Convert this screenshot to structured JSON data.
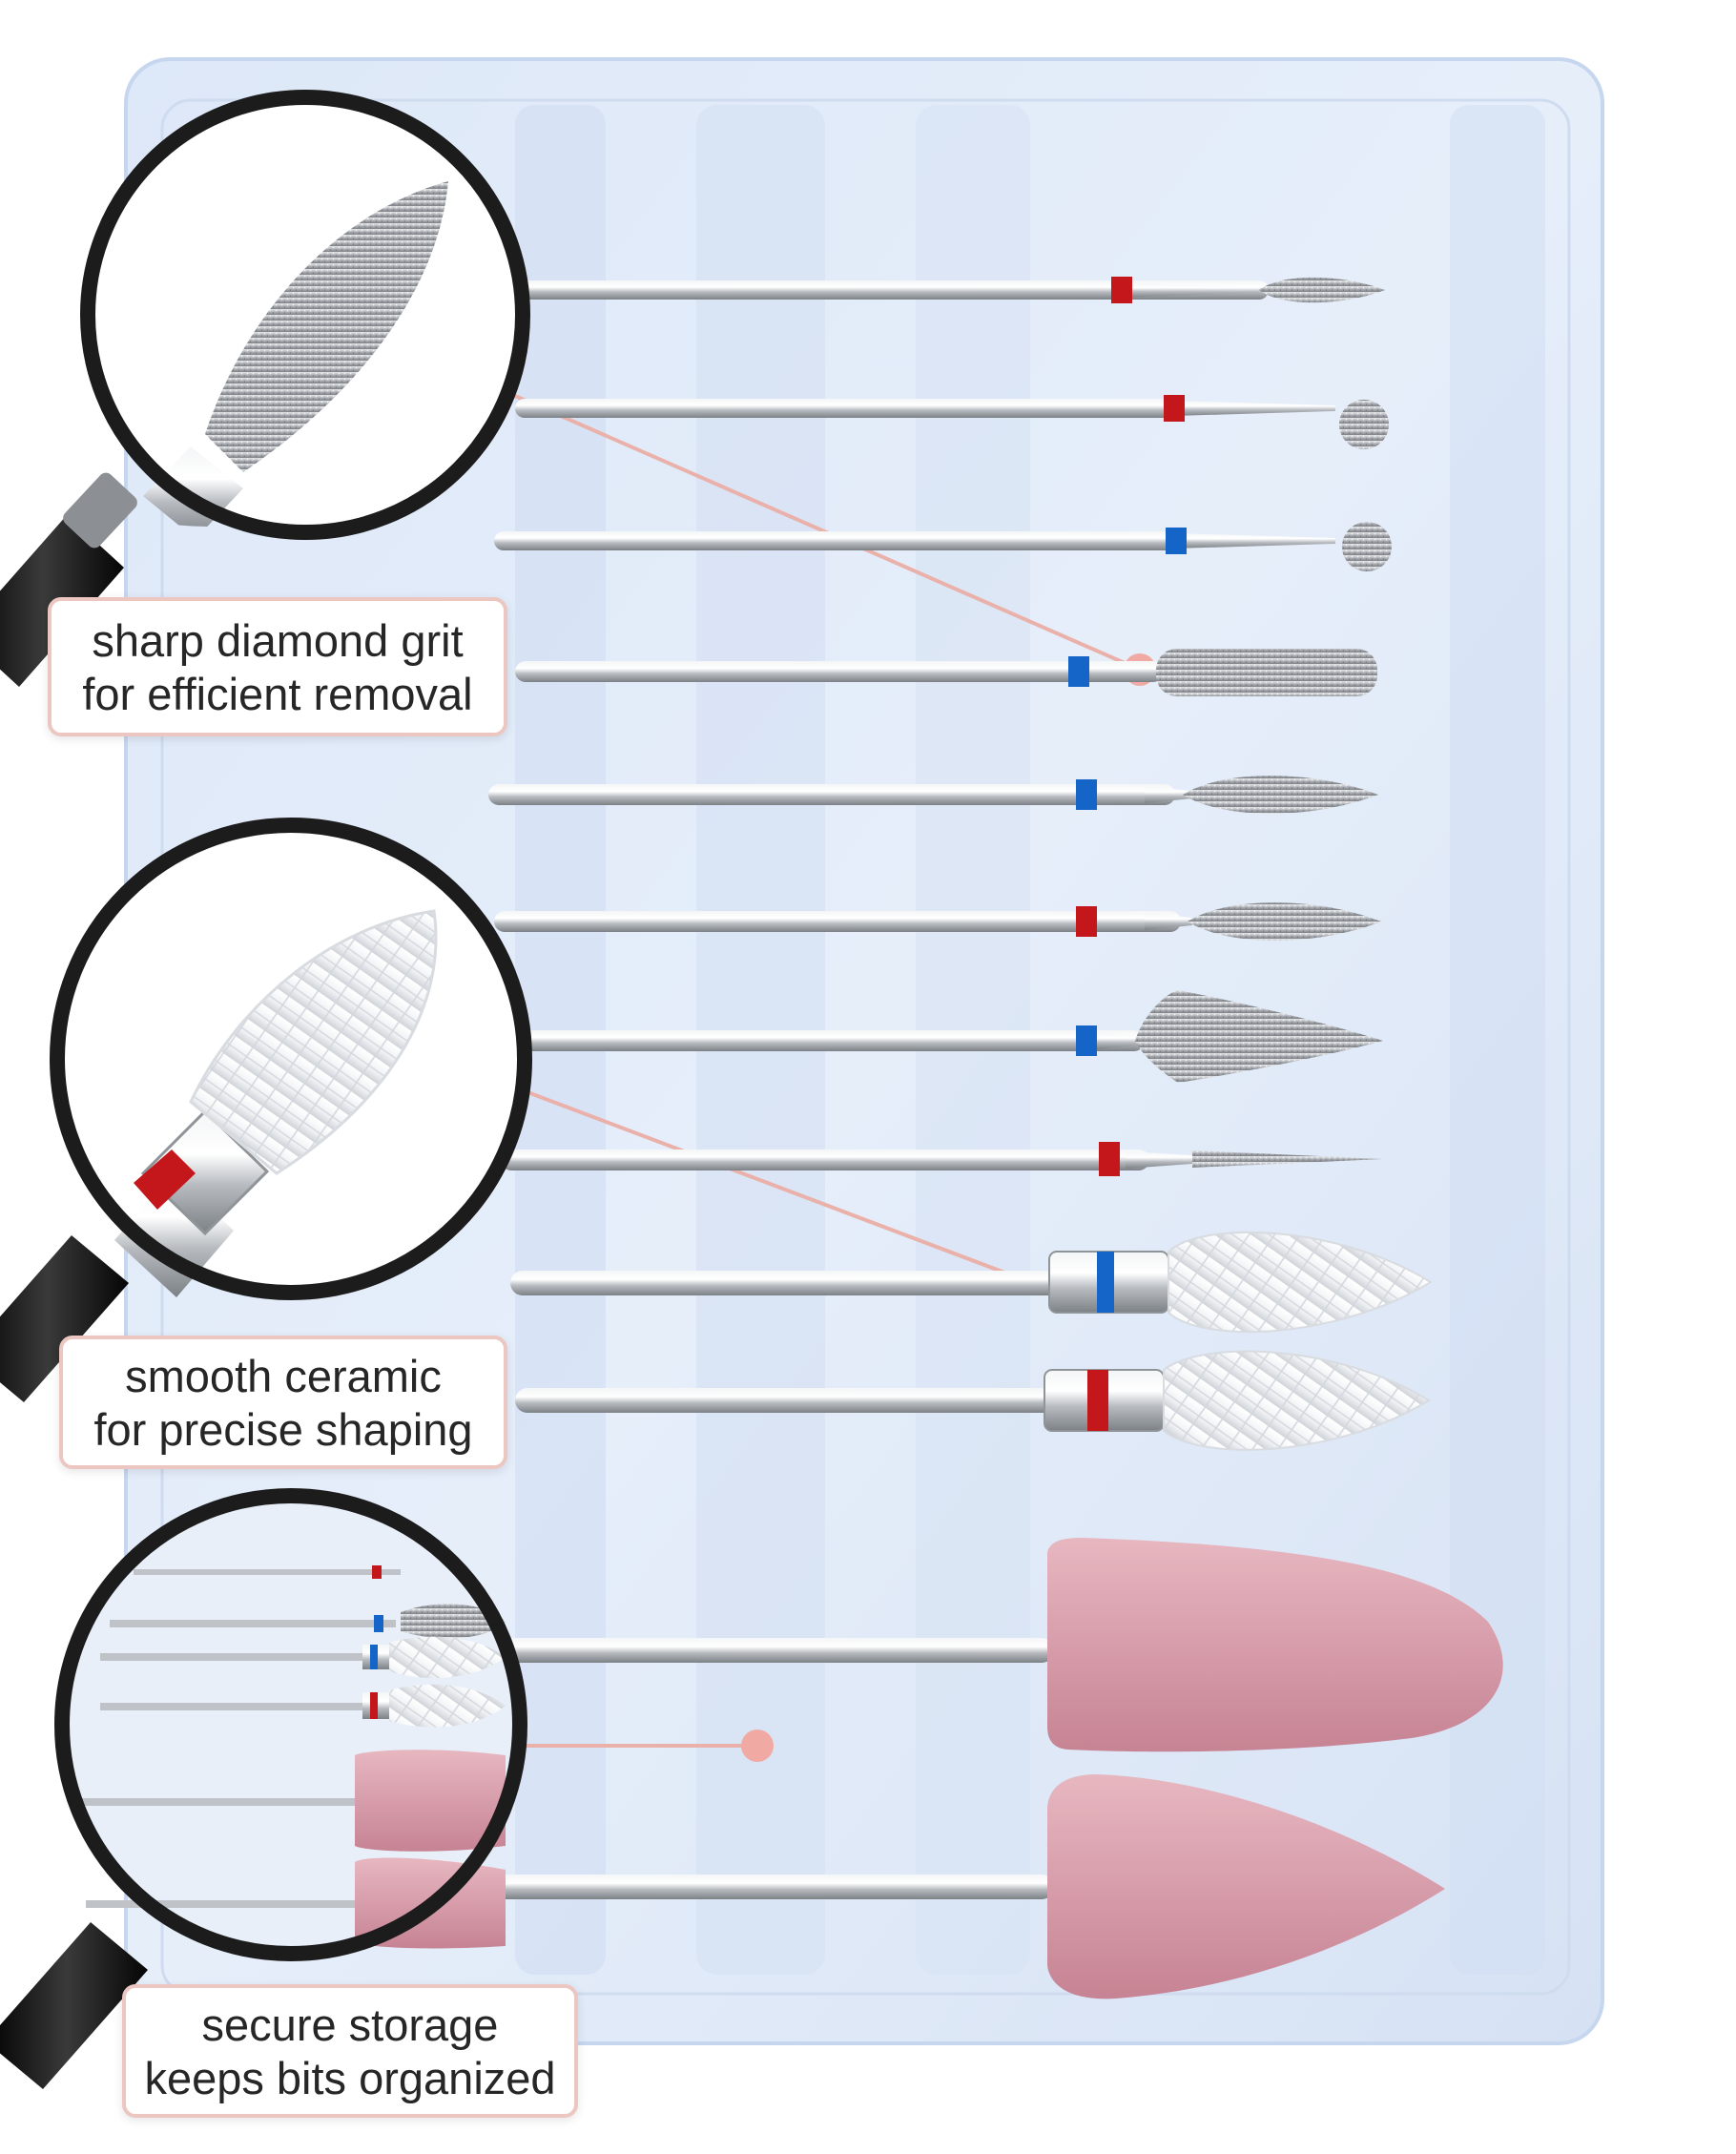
{
  "colors": {
    "case_fill": "#dfe9f8",
    "case_edge": "#c9d8ee",
    "shank": "#c8cbcf",
    "diamond_grit": "#b9bcc0",
    "ceramic": "#f4f5f7",
    "sanding_cap": "#d9a0ac",
    "band_red": "#c4171b",
    "band_blue": "#1565c8",
    "leader_line": "#e9b1aa",
    "leader_dot": "#f1aaa3",
    "callout_border": "#ecc7c2",
    "magnifier_ring": "#1c1c1c",
    "magnifier_handle": "#0d0d0d"
  },
  "callouts": [
    {
      "id": "diamond",
      "lines": [
        "sharp diamond grit",
        "for efficient removal"
      ]
    },
    {
      "id": "ceramic",
      "lines": [
        "smooth ceramic",
        "for precise shaping"
      ]
    },
    {
      "id": "storage",
      "lines": [
        "secure storage",
        "keeps bits organized"
      ]
    }
  ],
  "magnifiers": [
    {
      "id": "diamond",
      "shows": "diamond-flame-bit"
    },
    {
      "id": "ceramic",
      "shows": "ceramic-cone-bit"
    },
    {
      "id": "storage",
      "shows": "storage-slots"
    }
  ],
  "bits": [
    {
      "kind": "diamond",
      "tip": "flame",
      "band": "red"
    },
    {
      "kind": "diamond",
      "tip": "ball",
      "band": "red"
    },
    {
      "kind": "diamond",
      "tip": "ball",
      "band": "blue"
    },
    {
      "kind": "diamond",
      "tip": "cylinder",
      "band": "blue"
    },
    {
      "kind": "diamond",
      "tip": "flame",
      "band": "blue"
    },
    {
      "kind": "diamond",
      "tip": "flame",
      "band": "red"
    },
    {
      "kind": "diamond",
      "tip": "cone",
      "band": "blue"
    },
    {
      "kind": "diamond",
      "tip": "needle",
      "band": "red"
    },
    {
      "kind": "ceramic",
      "tip": "flame",
      "band": "blue"
    },
    {
      "kind": "ceramic",
      "tip": "flame",
      "band": "red"
    },
    {
      "kind": "sanding-cap",
      "tip": "rounded",
      "band": "none"
    },
    {
      "kind": "sanding-cap",
      "tip": "pointed",
      "band": "none"
    }
  ]
}
